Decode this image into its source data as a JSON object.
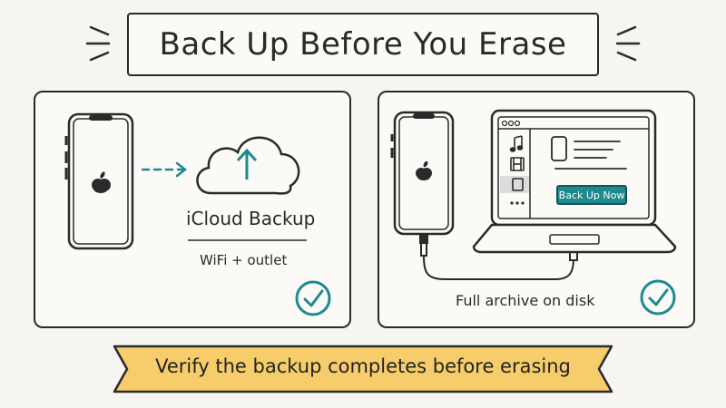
{
  "title": "Back Up Before You Erase",
  "left_panel": {
    "heading": "iCloud Backup",
    "subtext": "WiFi + outlet"
  },
  "right_panel": {
    "caption": "Full archive on disk",
    "button_label": "Back Up Now"
  },
  "banner": {
    "text": "Verify the backup completes before erasing"
  },
  "colors": {
    "accent": "#1d8a90",
    "banner": "#f7cd6b",
    "ink": "#2a2a2a"
  }
}
